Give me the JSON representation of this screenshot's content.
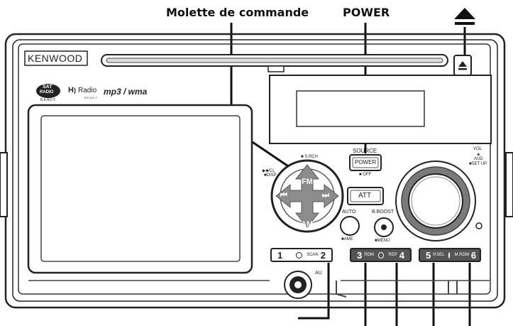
{
  "callouts": {
    "control_knob": "Molette de commande",
    "power": "POWER"
  },
  "faceplate": {
    "brand": "KENWOOD",
    "logos": {
      "sat_radio_top": "SAT",
      "sat_radio_mid": "RADIO",
      "sat_radio_ready": "READY",
      "hd_radio": "Radio",
      "hd_ready": "READY",
      "mp3_wma": "mp3 / wma"
    }
  },
  "controls": {
    "source_label": "SOURCE",
    "power_label": "POWER",
    "off_label": "■ OFF",
    "att_label": "ATT",
    "auto_label": "AUTO",
    "ame_label": "■AME",
    "bboost_label": "B.BOOST",
    "menu_label": "■MENU",
    "vol_label": "VOL",
    "aud_label": "AUD",
    "setup_label": "■SET UP",
    "aux_label": "AU",
    "dpad": {
      "up": "FM",
      "down": "AM",
      "srch": "■ S.RCH",
      "play_left": "▶■/CL",
      "disp": "■DISP"
    }
  },
  "presets": [
    {
      "left": "1",
      "small": "SCAN",
      "right": "2"
    },
    {
      "left": "3",
      "small_a": "RDM",
      "small_b": "REP",
      "right": "4"
    },
    {
      "left": "5",
      "small_a": "P.SEL",
      "small_b": "M.RDM",
      "right": "6"
    }
  ]
}
